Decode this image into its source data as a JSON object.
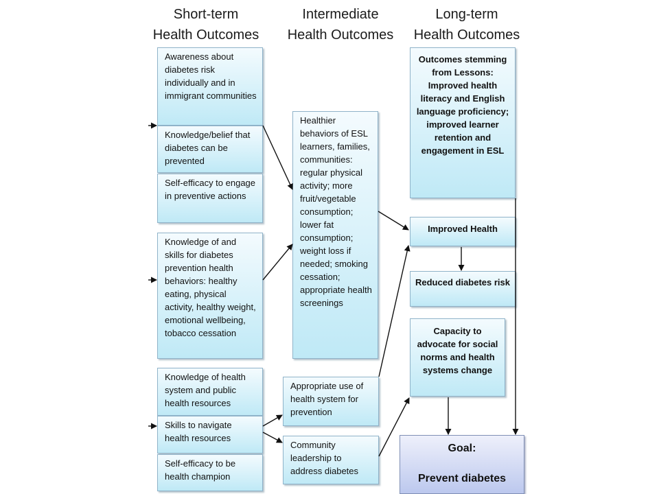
{
  "headers": {
    "short": [
      "Short-term",
      "Health Outcomes"
    ],
    "intermediate": [
      "Intermediate",
      "Health Outcomes"
    ],
    "long": [
      "Long-term",
      "Health Outcomes"
    ]
  },
  "short_term": {
    "awareness": "Awareness about diabetes risk individually and in immigrant communities",
    "knowledge_belief": "Knowledge/belief that diabetes can be prevented",
    "self_efficacy_actions": "Self-efficacy to engage in preventive actions",
    "knowledge_skills": "Knowledge of and skills for diabetes prevention health behaviors: healthy eating, physical activity, healthy weight, emotional wellbeing, tobacco cessation",
    "knowledge_health_system": "Knowledge of health system and public health resources",
    "skills_navigate": "Skills to navigate health resources",
    "self_efficacy_champion": "Self-efficacy to be health champion"
  },
  "intermediate": {
    "healthier_behaviors": "Healthier behaviors of ESL learners, families, communities: regular physical activity; more fruit/vegetable consumption; lower fat consumption; weight loss if needed; smoking cessation; appropriate health screenings",
    "appropriate_use": "Appropriate use of health system for prevention",
    "community_leadership": "Community leadership to address diabetes"
  },
  "long_term": {
    "lessons": "Outcomes stemming from Lessons: Improved health literacy and English language proficiency; improved learner retention and engagement in ESL",
    "improved_health": "Improved Health",
    "reduced_risk": "Reduced diabetes risk",
    "capacity": "Capacity to advocate for social norms and health systems change"
  },
  "goal": {
    "label": "Goal:",
    "text": "Prevent diabetes"
  }
}
